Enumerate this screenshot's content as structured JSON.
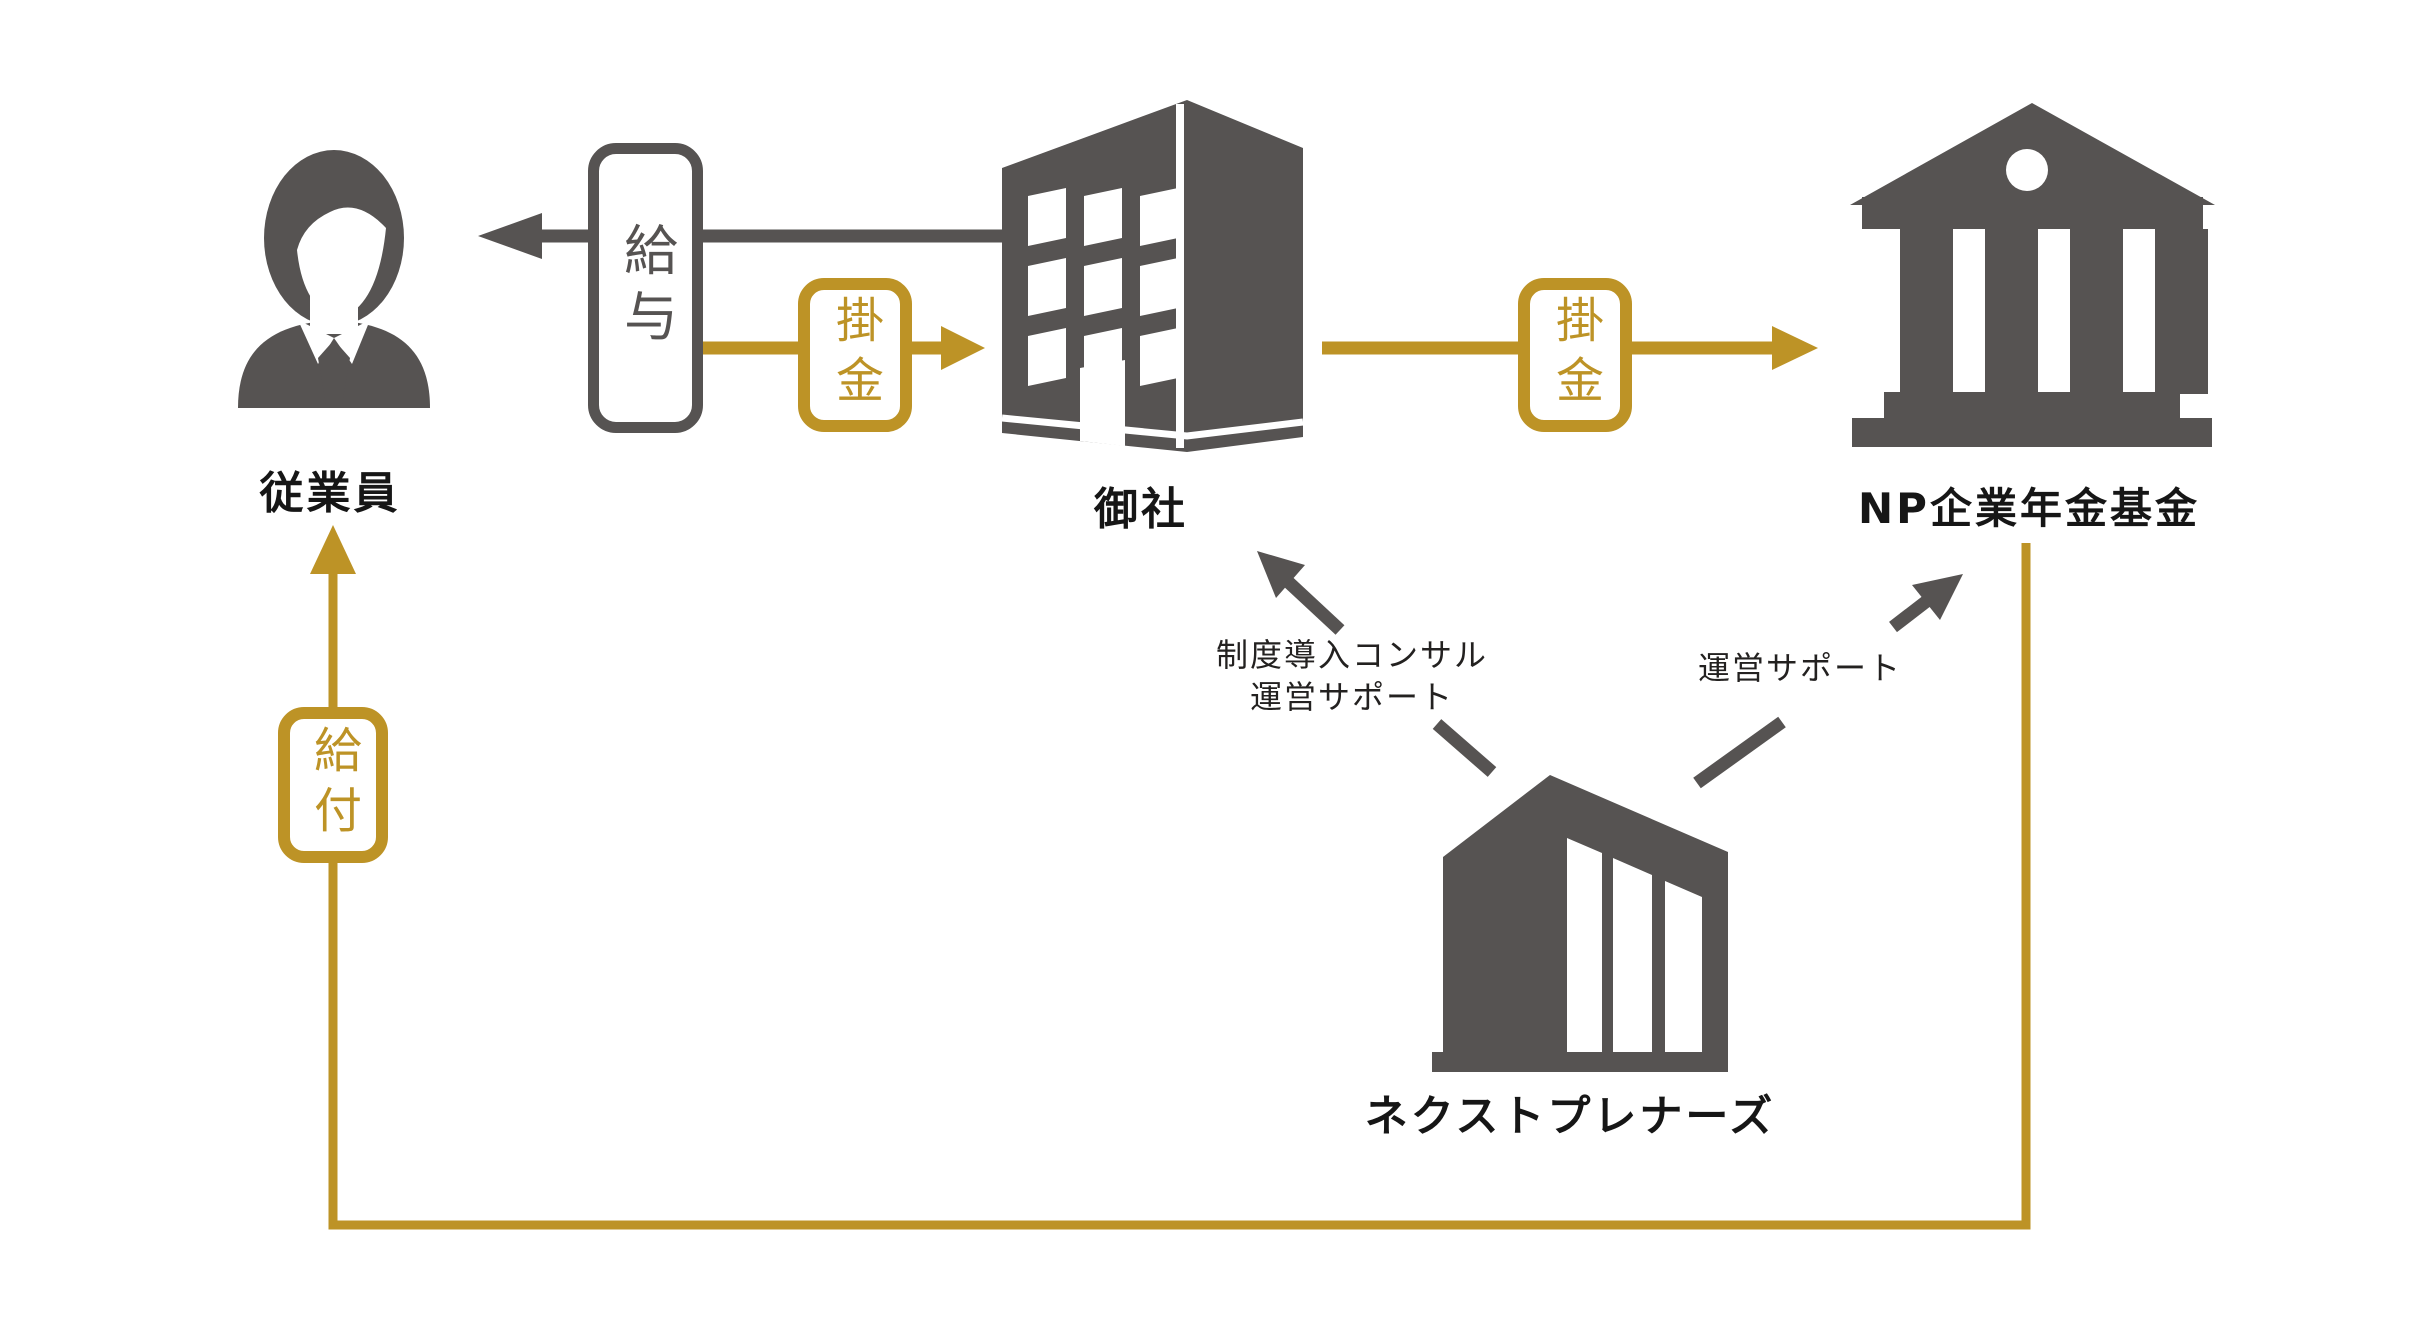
{
  "nodes": {
    "employee": {
      "label": "従業員"
    },
    "company": {
      "label": "御社"
    },
    "pension_fund": {
      "label": "NP企業年金基金"
    },
    "nextpreneurs": {
      "label": "ネクストプレナーズ"
    }
  },
  "flows": {
    "salary": {
      "label": "給与"
    },
    "contribution_left": {
      "label": "掛金"
    },
    "contribution_right": {
      "label": "掛金"
    },
    "benefit": {
      "label": "給付"
    },
    "consulting": {
      "line1": "制度導入コンサル",
      "line2": "運営サポート"
    },
    "operation_support": {
      "label": "運営サポート"
    }
  },
  "colors": {
    "dark_gray": "#565352",
    "gold": "#BD9326",
    "text_black": "#161616"
  }
}
